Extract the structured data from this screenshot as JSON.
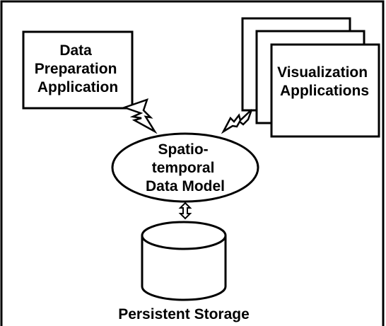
{
  "nodes": {
    "data_preparation": {
      "lines": [
        "Data",
        "Preparation",
        "Application"
      ]
    },
    "visualization": {
      "lines": [
        "Visualization",
        "Applications"
      ]
    },
    "data_model": {
      "lines": [
        "Spatio-",
        "temporal",
        "Data Model"
      ]
    },
    "storage": {
      "label": "Persistent Storage"
    }
  },
  "colors": {
    "stroke": "#000000",
    "fill": "#ffffff"
  }
}
